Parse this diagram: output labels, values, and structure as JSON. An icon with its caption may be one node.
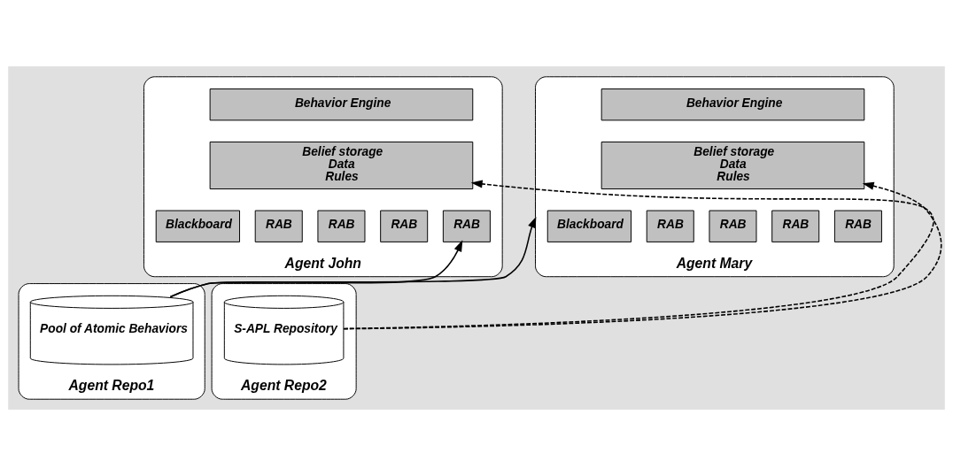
{
  "diagram": {
    "nodes": [
      {
        "text": [
          "Agent John"
        ]
      },
      {
        "text": [
          "Behavior Engine"
        ],
        "in": 0
      },
      {
        "text": [
          "Belief storage",
          "Data",
          "Rules"
        ],
        "in": 0
      },
      {
        "text": [
          "Blackboard"
        ],
        "in": 0
      },
      {
        "text": [
          "RAB"
        ],
        "in": 0
      },
      {
        "text": [
          "RAB"
        ],
        "in": 0
      },
      {
        "text": [
          "RAB"
        ],
        "in": 0
      },
      {
        "text": [
          "RAB"
        ],
        "in": 0
      },
      {
        "text": [
          "Agent Mary"
        ]
      },
      {
        "text": [
          "Behavior Engine"
        ],
        "in": 8
      },
      {
        "text": [
          "Belief storage",
          "Data",
          "Rules"
        ],
        "in": 8
      },
      {
        "text": [
          "Blackboard"
        ],
        "in": 8
      },
      {
        "text": [
          "RAB"
        ],
        "in": 8
      },
      {
        "text": [
          "RAB"
        ],
        "in": 8
      },
      {
        "text": [
          "RAB"
        ],
        "in": 8
      },
      {
        "text": [
          "RAB"
        ],
        "in": 8
      },
      {
        "text": [
          "Agent Repo1"
        ]
      },
      {
        "text": [
          "Pool of Atomic Behaviors"
        ],
        "in": 16
      },
      {
        "text": [
          "Agent Repo2"
        ]
      },
      {
        "text": [
          "S-APL Repository"
        ],
        "in": 18
      }
    ],
    "edges": [
      {
        "from": 17,
        "to": 7,
        "arrow": "to"
      },
      {
        "from": 17,
        "to": 8,
        "arrow": "to"
      },
      {
        "from": 19,
        "to": 2,
        "arrow": "to",
        "style": "dashed"
      },
      {
        "from": 19,
        "to": 10,
        "arrow": "to",
        "style": "dashed"
      }
    ]
  }
}
